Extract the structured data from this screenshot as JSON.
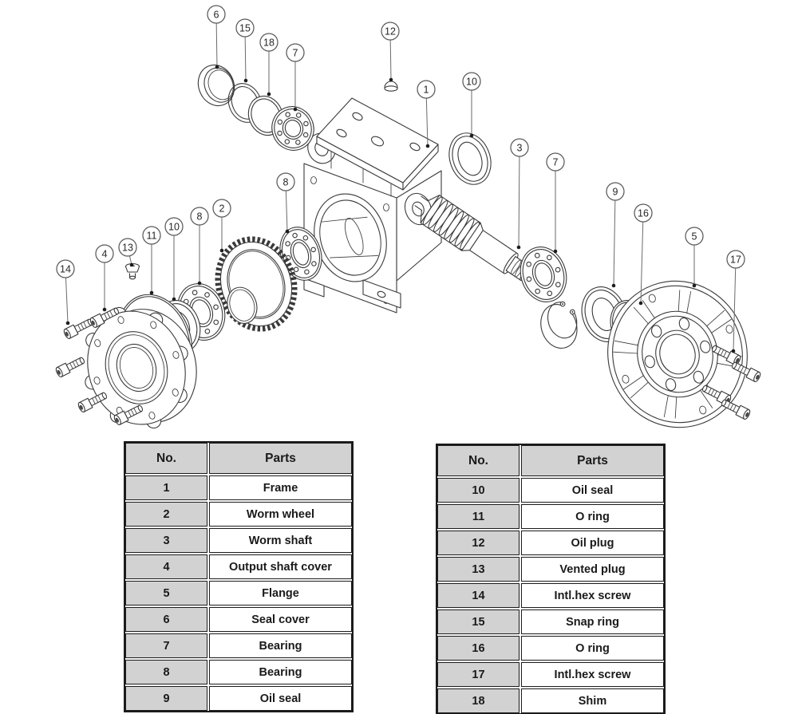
{
  "diagram": {
    "callouts": [
      {
        "label": "6"
      },
      {
        "label": "15"
      },
      {
        "label": "18"
      },
      {
        "label": "7"
      },
      {
        "label": "12"
      },
      {
        "label": "1"
      },
      {
        "label": "10"
      },
      {
        "label": "3"
      },
      {
        "label": "7"
      },
      {
        "label": "9"
      },
      {
        "label": "16"
      },
      {
        "label": "5"
      },
      {
        "label": "17"
      },
      {
        "label": "14"
      },
      {
        "label": "4"
      },
      {
        "label": "13"
      },
      {
        "label": "11"
      },
      {
        "label": "10"
      },
      {
        "label": "8"
      },
      {
        "label": "2"
      },
      {
        "label": "8"
      }
    ]
  },
  "tables": {
    "left": {
      "headers": {
        "no": "No.",
        "parts": "Parts"
      },
      "rows": [
        {
          "no": "1",
          "part": "Frame"
        },
        {
          "no": "2",
          "part": "Worm wheel"
        },
        {
          "no": "3",
          "part": "Worm shaft"
        },
        {
          "no": "4",
          "part": "Output shaft cover"
        },
        {
          "no": "5",
          "part": "Flange"
        },
        {
          "no": "6",
          "part": "Seal cover"
        },
        {
          "no": "7",
          "part": "Bearing"
        },
        {
          "no": "8",
          "part": "Bearing"
        },
        {
          "no": "9",
          "part": "Oil seal"
        }
      ]
    },
    "right": {
      "headers": {
        "no": "No.",
        "parts": "Parts"
      },
      "rows": [
        {
          "no": "10",
          "part": "Oil seal"
        },
        {
          "no": "11",
          "part": "O ring"
        },
        {
          "no": "12",
          "part": "Oil plug"
        },
        {
          "no": "13",
          "part": "Vented plug"
        },
        {
          "no": "14",
          "part": "Intl.hex screw"
        },
        {
          "no": "15",
          "part": "Snap ring"
        },
        {
          "no": "16",
          "part": "O ring"
        },
        {
          "no": "17",
          "part": "Intl.hex screw"
        },
        {
          "no": "18",
          "part": "Shim"
        }
      ]
    }
  },
  "colors": {
    "line": "#3a3a3a",
    "table_gray": "#d2d2d2",
    "table_border": "#1b1b1b",
    "background": "#ffffff",
    "text": "#1a1a1a"
  }
}
